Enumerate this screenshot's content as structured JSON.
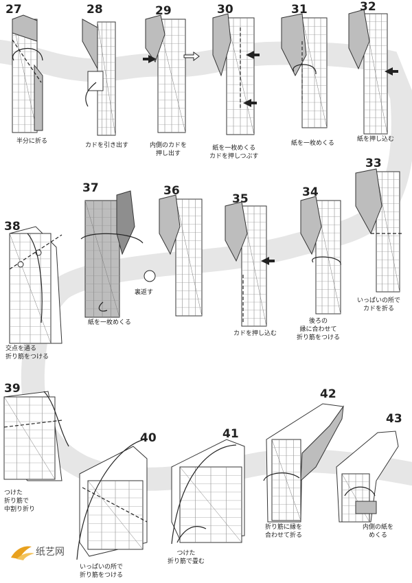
{
  "steps": [
    {
      "n": "27",
      "caption": "半分に折る"
    },
    {
      "n": "28",
      "caption": "カドを引き出す"
    },
    {
      "n": "29",
      "caption": "内側のカドを\n押し出す"
    },
    {
      "n": "30",
      "caption": "紙を一枚めくる\nカドを押しつぶす"
    },
    {
      "n": "31",
      "caption": "紙を一枚めくる"
    },
    {
      "n": "32",
      "caption": "紙を押し込む"
    },
    {
      "n": "33",
      "caption": "いっぱいの所で\nカドを折る"
    },
    {
      "n": "34",
      "caption": "後ろの\n縁に合わせて\n折り筋をつける"
    },
    {
      "n": "35",
      "caption": "カドを押し込む"
    },
    {
      "n": "36",
      "caption": ""
    },
    {
      "n": "37",
      "caption": "紙を一枚めくる"
    },
    {
      "n": "38",
      "caption": "交点を通る\n折り筋をつける"
    },
    {
      "n": "39",
      "caption": "つけた\n折り筋で\n中割り折り"
    },
    {
      "n": "40",
      "caption": "いっぱいの所で\n折り筋をつける"
    },
    {
      "n": "41",
      "caption": "つけた\n折り筋で畳む"
    },
    {
      "n": "42",
      "caption": "折り筋に縁を\n合わせて折る"
    },
    {
      "n": "43",
      "caption": "内側の紙を\nめくる"
    }
  ],
  "annotations": {
    "turn_over": "裏返す"
  },
  "watermark": {
    "text": "纸艺网"
  },
  "colors": {
    "paper_white": "#ffffff",
    "paper_gray": "#bdbdbd",
    "paper_dark": "#8e8e8e",
    "path_band": "#e6e6e6",
    "line": "#333333"
  }
}
